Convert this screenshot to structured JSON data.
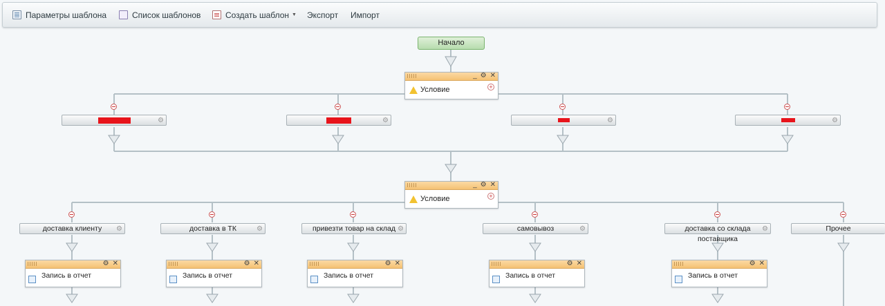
{
  "toolbar": {
    "items": [
      {
        "label": "Параметры шаблона",
        "icon": "template-params-icon"
      },
      {
        "label": "Список шаблонов",
        "icon": "template-list-icon"
      },
      {
        "label": "Создать шаблон",
        "icon": "new-template-icon"
      },
      {
        "label": "Экспорт"
      },
      {
        "label": "Импорт"
      }
    ]
  },
  "flow": {
    "start_label": "Начало",
    "condition1": {
      "label": "Условие"
    },
    "condition2": {
      "label": "Условие"
    },
    "branches2": [
      {
        "label": "доставка клиенту"
      },
      {
        "label": "доставка в ТК"
      },
      {
        "label": "привезти товар на склад"
      },
      {
        "label": "самовывоз"
      },
      {
        "label": "доставка со склада поставщика"
      },
      {
        "label": "Прочее"
      }
    ],
    "action_label": "Запись в отчет"
  },
  "colors": {
    "accent_header": "#f5c274",
    "start_fill": "#c7e6bf",
    "redaction": "#e8141b"
  }
}
